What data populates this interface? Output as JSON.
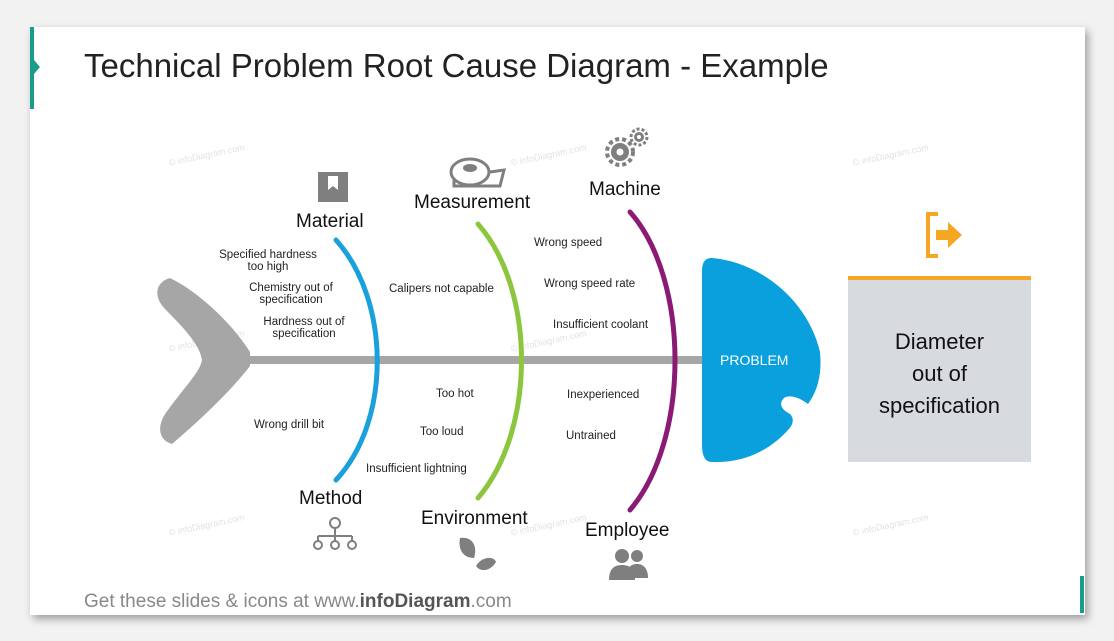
{
  "title": "Technical Problem Root Cause Diagram - Example",
  "watermark": "© infoDiagram.com",
  "footer": {
    "prefix": "Get these slides & icons at www.",
    "brand": "infoDiagram",
    "suffix": ".com"
  },
  "problem": "PROBLEM",
  "result": {
    "line1": "Diameter",
    "line2": "out of",
    "line3": "specification"
  },
  "categories": {
    "material": {
      "label": "Material",
      "causes": [
        "Specified hardness too high",
        "Chemistry out of specification",
        "Hardness out of specification"
      ]
    },
    "method": {
      "label": "Method",
      "causes": [
        "Wrong drill bit"
      ]
    },
    "measurement": {
      "label": "Measurement",
      "causes": [
        "Calipers not capable"
      ]
    },
    "environment": {
      "label": "Environment",
      "causes": [
        "Too hot",
        "Too loud",
        "Insufficient lightning"
      ]
    },
    "machine": {
      "label": "Machine",
      "causes": [
        "Wrong speed",
        "Wrong speed rate",
        "Insufficient coolant"
      ]
    },
    "employee": {
      "label": "Employee",
      "causes": [
        "Inexperienced",
        "Untrained"
      ]
    }
  },
  "colors": {
    "material": "#1aa0dc",
    "measurement": "#8cc63e",
    "machine": "#8b1a74",
    "problem": "#0aa0dd",
    "spine": "#a6a6a6",
    "accent": "#f5a623",
    "teal": "#1a9c8c"
  },
  "icons": {
    "material": "bookmark-icon",
    "measurement": "tape-measure-icon",
    "machine": "gears-icon",
    "method": "hierarchy-icon",
    "environment": "leaves-icon",
    "employee": "people-icon",
    "result": "exit-icon"
  }
}
